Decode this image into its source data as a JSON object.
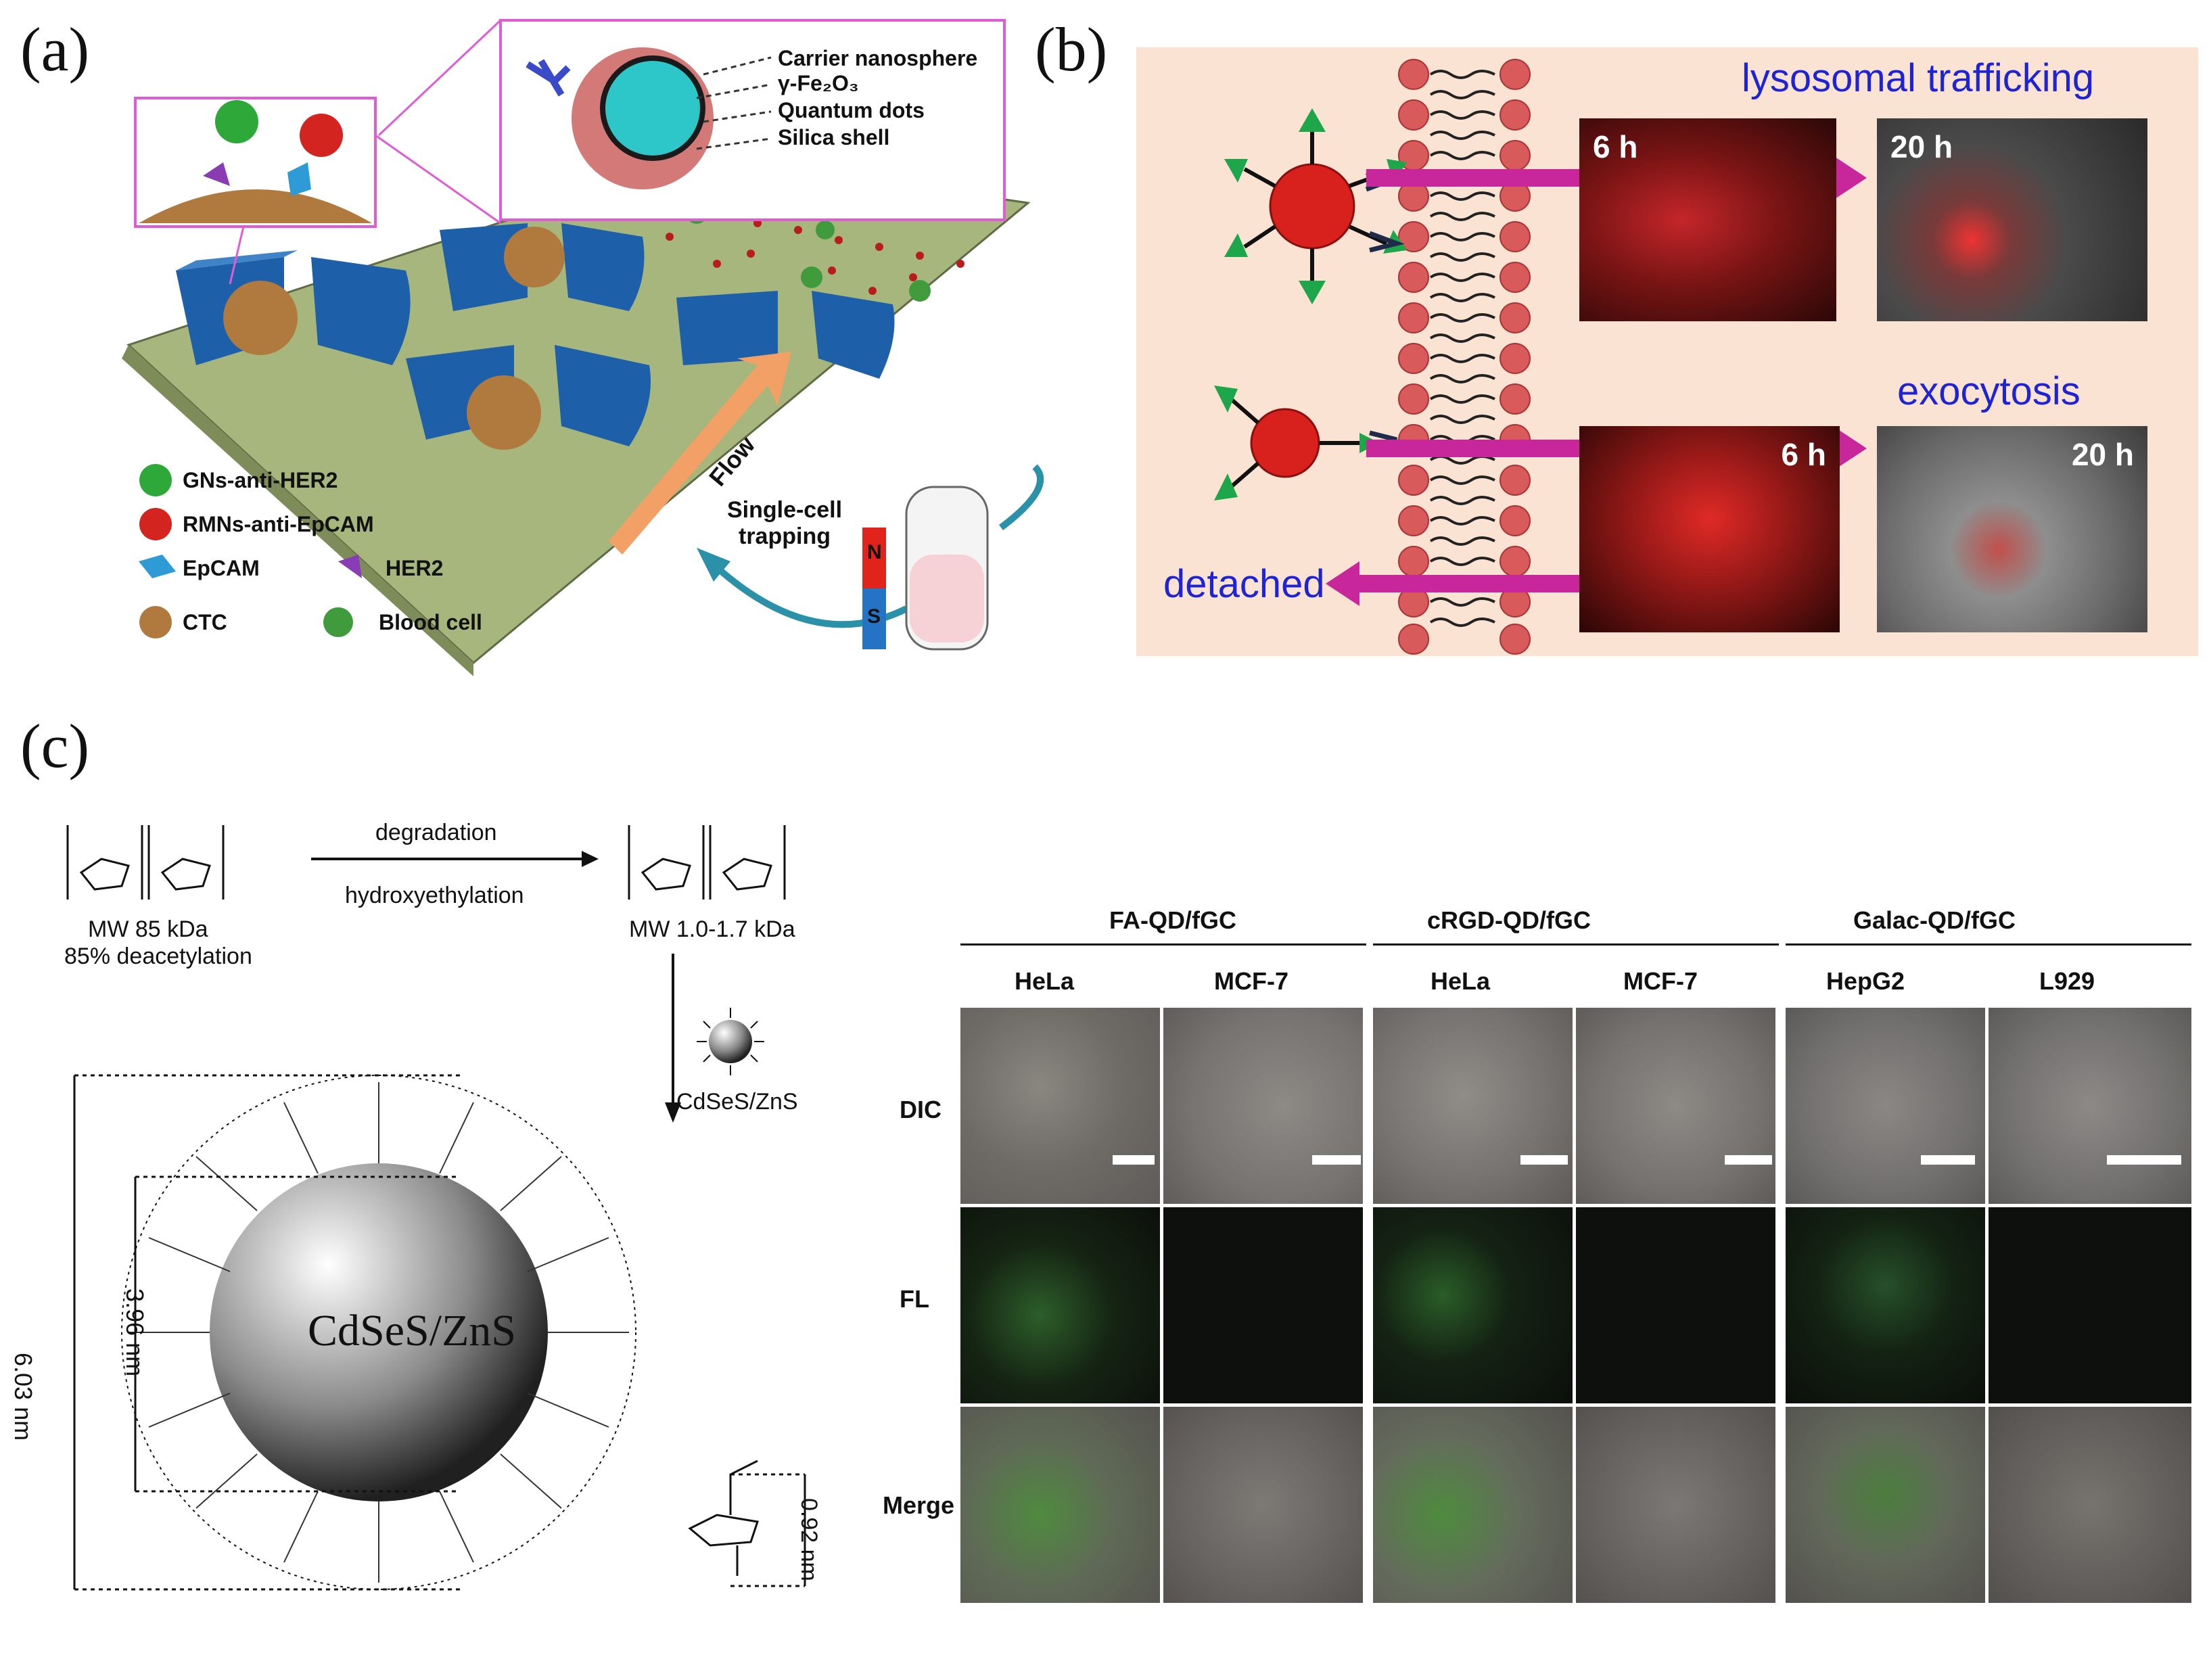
{
  "panels": {
    "a": {
      "label": "(a)",
      "zoom_box": [
        "Carrier nanosphere",
        "γ-Fe₂O₃",
        "Quantum dots",
        "Silica shell"
      ],
      "legend": {
        "gns": "GNs-anti-HER2",
        "rmns": "RMNs-anti-EpCAM",
        "epcam": "EpCAM",
        "her2": "HER2",
        "ctc": "CTC",
        "blood_cell": "Blood cell"
      },
      "flow": "Flow",
      "single_cell": "Single-cell trapping",
      "magnet_n": "N",
      "magnet_s": "S",
      "colors": {
        "board": "#a6b67c",
        "trap": "#1d5fa8",
        "bead_green": "#2fa83a",
        "bead_red": "#d3241f",
        "flow_arrow": "#f2a066"
      }
    },
    "b": {
      "label": "(b)",
      "lysosomal": "lysosomal trafficking",
      "exocytosis": "exocytosis",
      "detached": "detached",
      "t6_top": "6 h",
      "t20_top": "20 h",
      "t6_bottom": "6 h",
      "t20_bottom": "20 h",
      "colors": {
        "background": "#fbe3d3",
        "arrow": "#c7279a",
        "text_blue": "#1e24d6"
      }
    },
    "c": {
      "label": "(c)",
      "degradation": "degradation",
      "hydroxyethylation": "hydroxyethylation",
      "mw_left": "MW 85 kDa",
      "deacetylation": "85% deacetylation",
      "mw_right": "MW  1.0-1.7 kDa",
      "cdses_small": "CdSeS/ZnS",
      "core": "CdSeS/ZnS",
      "dim_outer": "6.03 nm",
      "dim_inner": "3.96 nm",
      "dim_unit": "0.92 nm",
      "groups": [
        "FA-QD/fGC",
        "cRGD-QD/fGC",
        "Galac-QD/fGC"
      ],
      "columns": [
        "HeLa",
        "MCF-7",
        "HeLa",
        "MCF-7",
        "HepG2",
        "L929"
      ],
      "rows": [
        "DIC",
        "FL",
        "Merge"
      ]
    }
  }
}
